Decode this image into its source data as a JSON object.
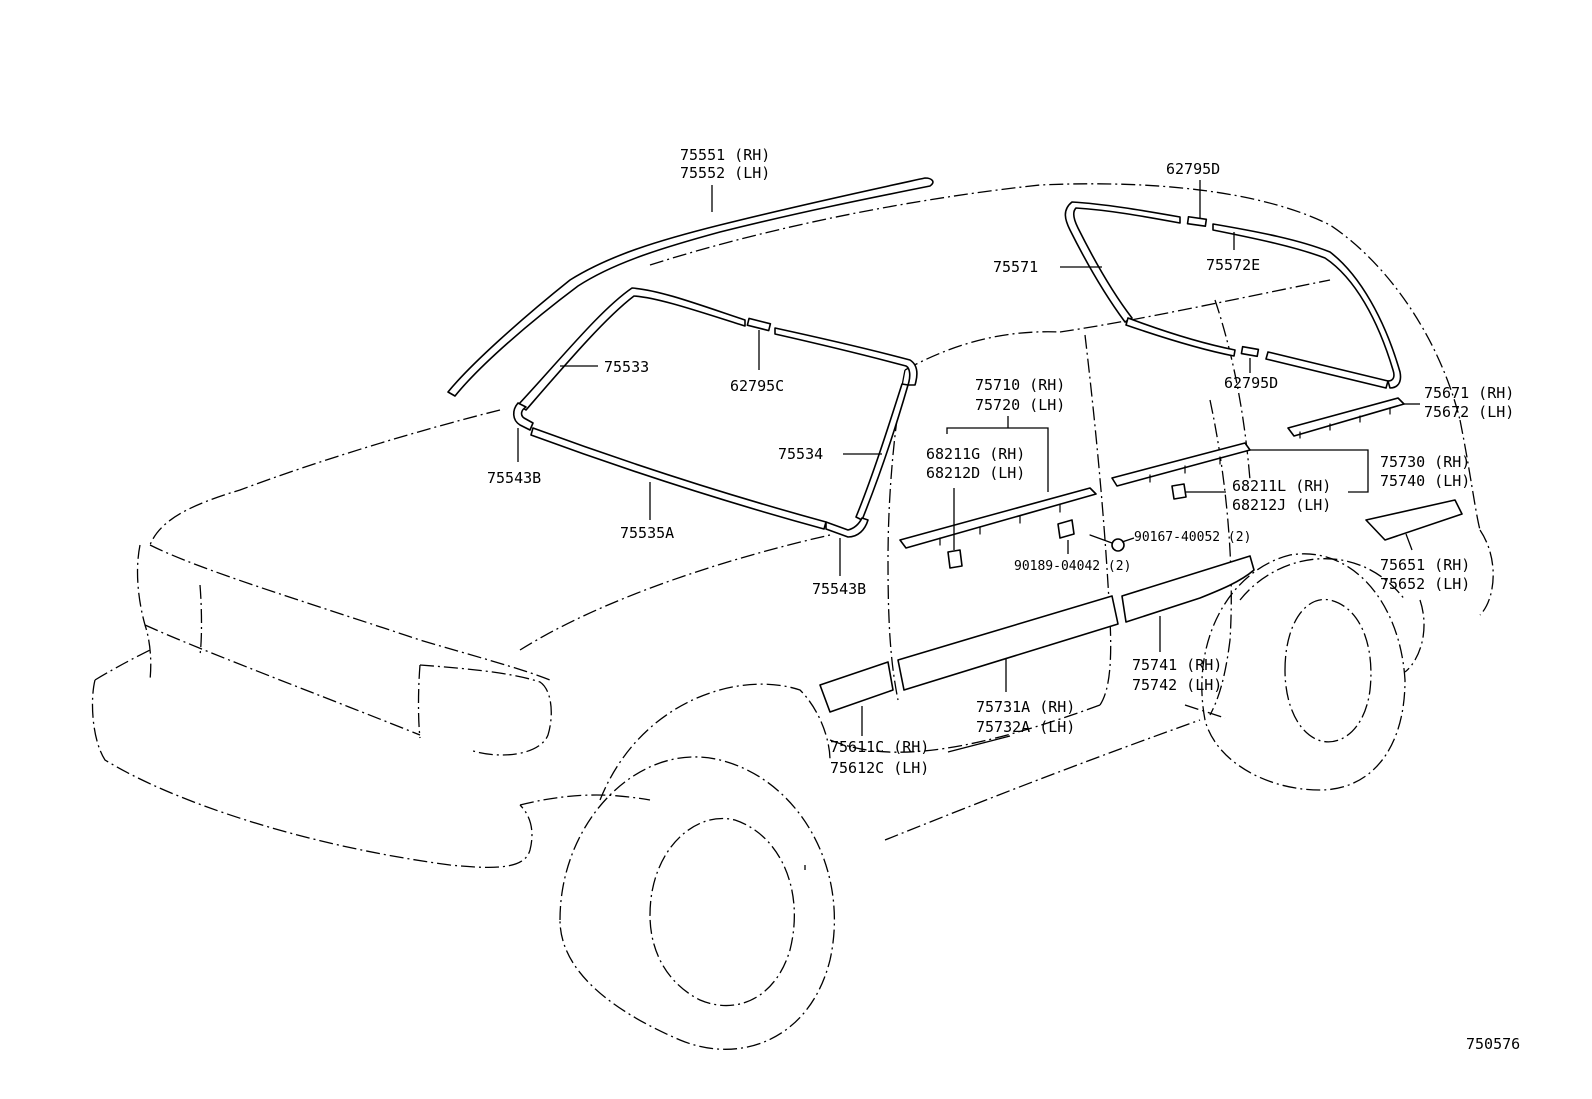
{
  "labels": {
    "roof_molding": [
      "75551 (RH)",
      "75552 (LH)"
    ],
    "rear_window_clip_top": "62795D",
    "rear_window_molding": "75571",
    "rear_window_molding_upper": "75572E",
    "windshield_molding_upper": "75533",
    "windshield_clip": "62795C",
    "rear_window_clip_lower": "62795D",
    "quarter_upper_molding": [
      "75671 (RH)",
      "75672 (LH)"
    ],
    "front_door_belt_molding": [
      "75710 (RH)",
      "75720 (LH)"
    ],
    "front_door_clip": [
      "68211G (RH)",
      "68212D (LH)"
    ],
    "windshield_side_molding": "75534",
    "pillar_corner_upper": "75543B",
    "rear_door_belt_molding": [
      "75730 (RH)",
      "75740 (LH)"
    ],
    "rear_door_clip": [
      "68211L (RH)",
      "68212J (LH)"
    ],
    "windshield_lower_molding": "75535A",
    "screw": "90167-40052 (2)",
    "nut": "90189-04042 (2)",
    "pillar_corner_lower": "75543B",
    "quarter_side_molding": [
      "75651 (RH)",
      "75652 (LH)"
    ],
    "rear_door_side_molding": [
      "75741 (RH)",
      "75742 (LH)"
    ],
    "front_door_side_molding": [
      "75731A (RH)",
      "75732A (LH)"
    ],
    "front_fender_molding": [
      "75611C (RH)",
      "75612C (LH)"
    ]
  },
  "figure_number": "750576"
}
